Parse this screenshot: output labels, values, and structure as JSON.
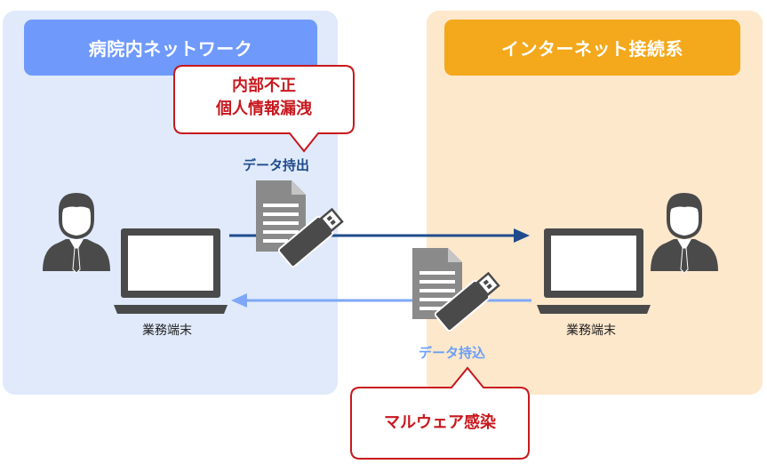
{
  "zones": {
    "left_title": "病院内ネットワーク",
    "right_title": "インターネット接続系"
  },
  "terminals": {
    "left_label": "業務端末",
    "right_label": "業務端末"
  },
  "flows": {
    "export_label": "データ持出",
    "import_label": "データ持込"
  },
  "callouts": {
    "top_line1": "内部不正",
    "top_line2": "個人情報漏洩",
    "bottom": "マルウェア感染"
  },
  "colors": {
    "left_zone_bg": "#e0eafb",
    "right_zone_bg": "#fde8cc",
    "left_header": "#6f9afc",
    "right_header": "#f4a81b",
    "export_arrow": "#1f4b8c",
    "import_arrow": "#7ea8f7",
    "callout_red": "#c8181e",
    "icon_gray": "#4a4a4a"
  },
  "icons": [
    "user-icon",
    "laptop-icon",
    "document-icon",
    "usb-drive-icon"
  ]
}
